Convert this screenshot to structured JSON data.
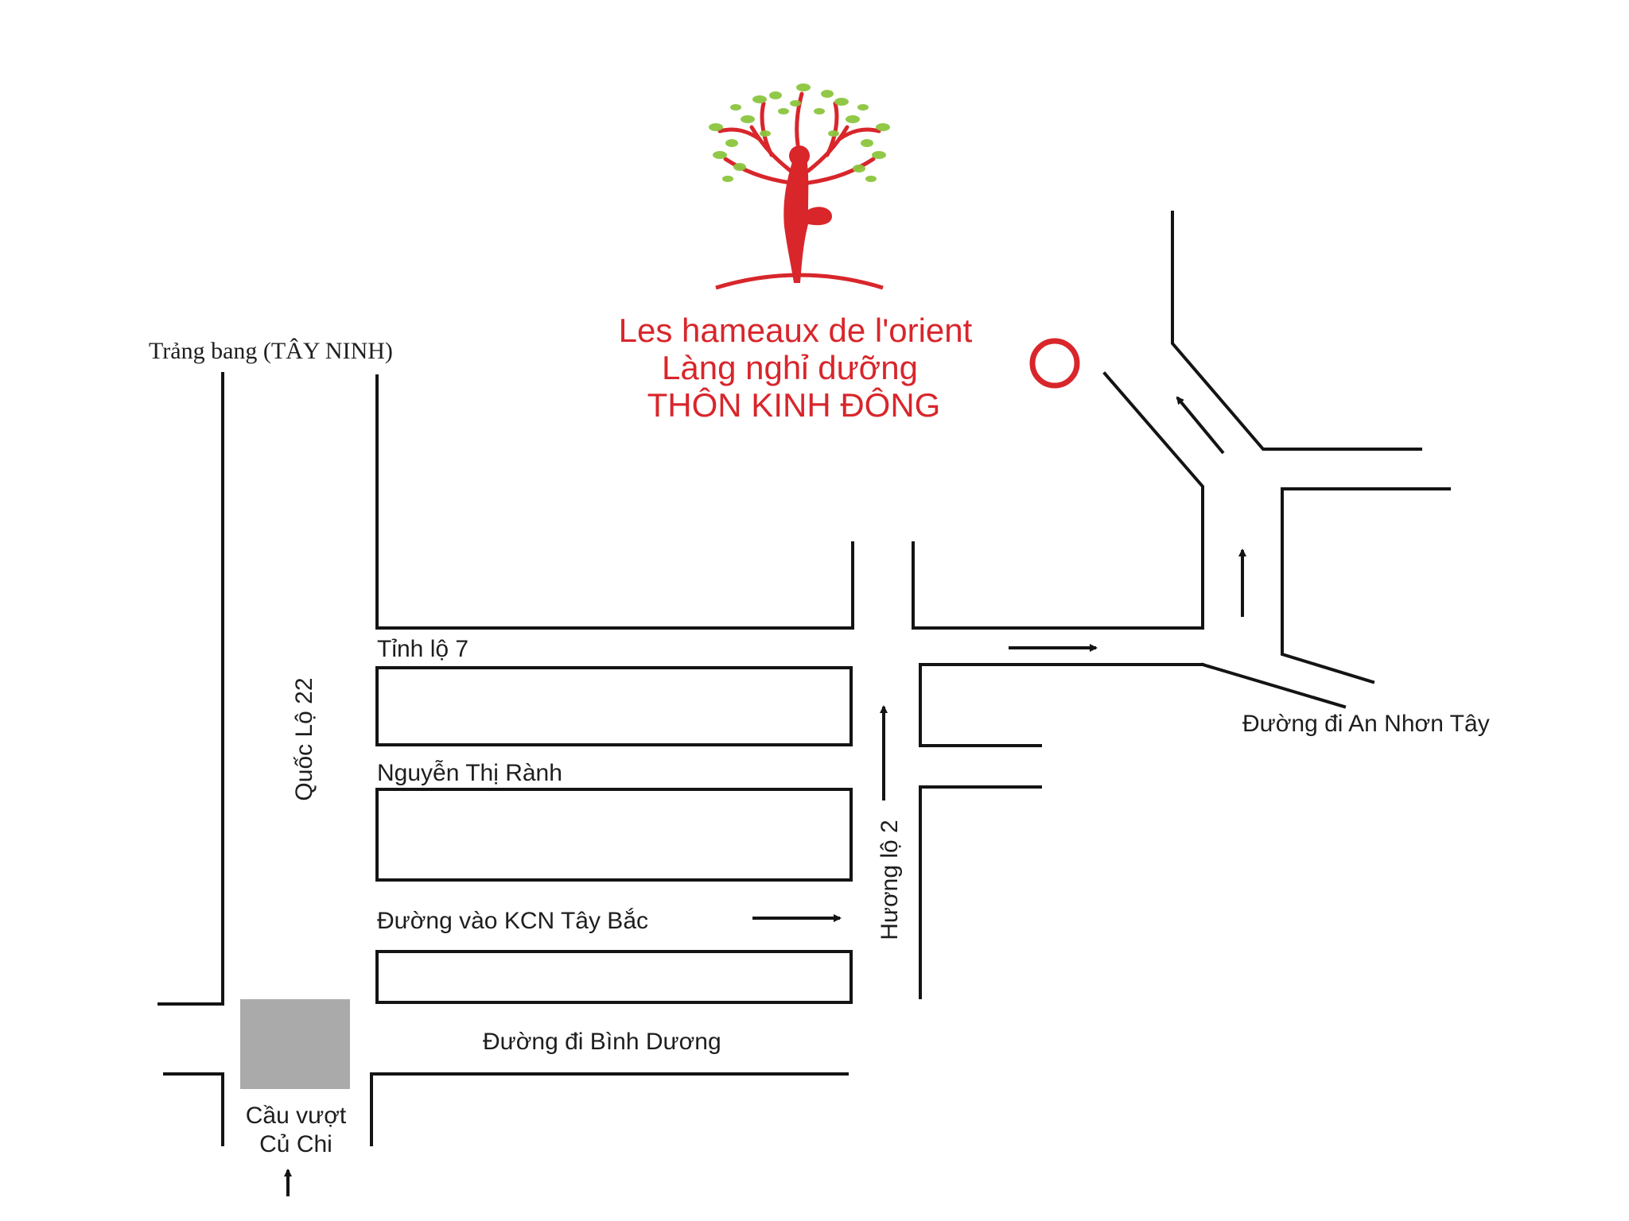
{
  "colors": {
    "road": "#141414",
    "brand_red": "#d8262b",
    "leaf_green": "#8cc63f",
    "overpass_gray": "#aaaaaa",
    "label": "#1e1e1e"
  },
  "logo": {
    "icon": "yoga-tree-icon",
    "lines": [
      "Les hameaux de l'orient",
      "Làng nghỉ dưỡng",
      "THÔN KINH ĐÔNG"
    ]
  },
  "destination_marker": {
    "icon": "location-circle-icon"
  },
  "labels": {
    "trang_bang": "Trảng bang (TÂY NINH)",
    "tinh_lo_7": "Tỉnh lộ 7",
    "nguyen_thi_ranh": "Nguyễn Thị Rành",
    "kcn_tay_bac": "Đường vào KCN Tây Bắc",
    "binh_duong": "Đường đi Bình Dương",
    "quoc_lo_22": "Quốc Lộ 22",
    "huong_lo_2": "Hương lộ 2",
    "an_nhon_tay": "Đường đi An Nhơn Tây",
    "cau_vuot_line1": "Cầu vượt",
    "cau_vuot_line2": "Củ Chi"
  },
  "direction_arrows": [
    "arrow-right-icon",
    "arrow-up-icon",
    "arrow-right-icon",
    "arrow-up-icon",
    "arrow-up-icon",
    "arrow-up-left-icon"
  ]
}
